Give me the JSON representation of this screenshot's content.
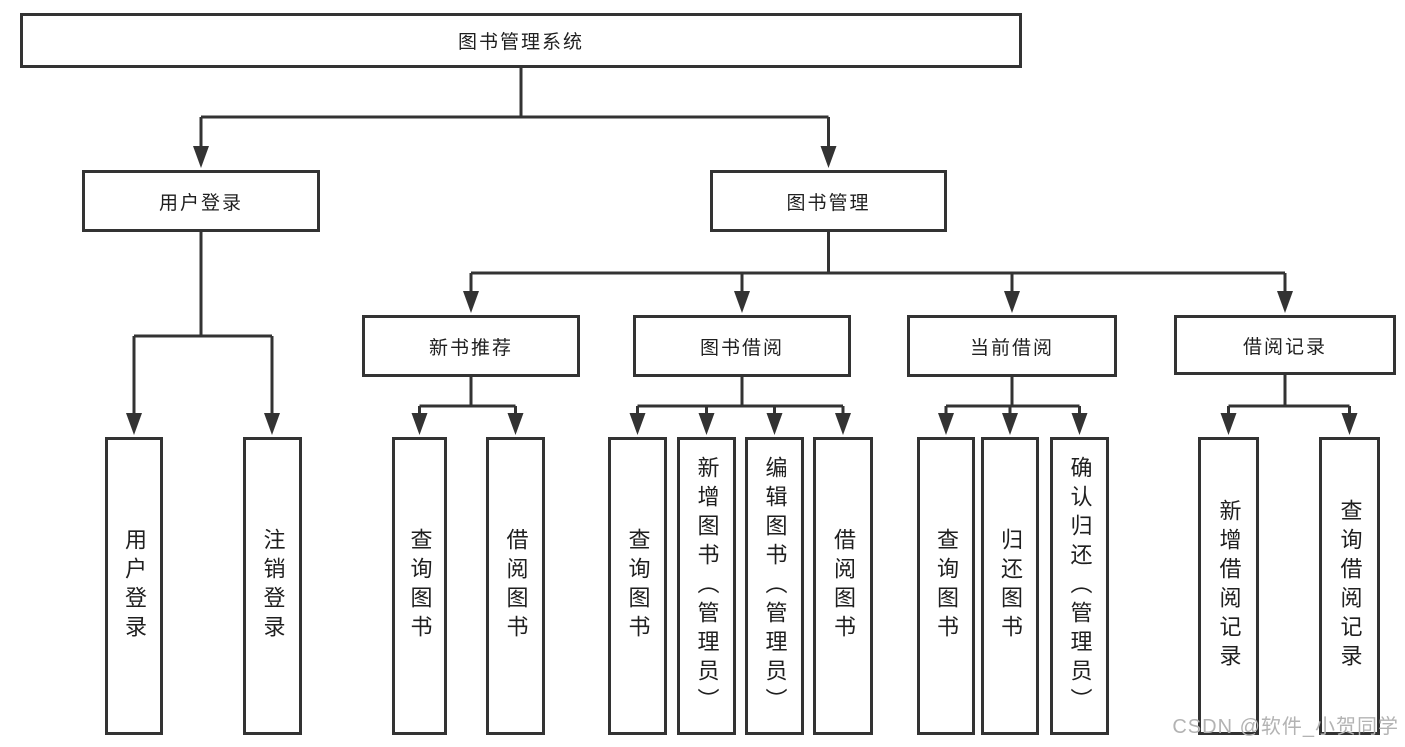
{
  "diagram": {
    "title": "图书管理系统",
    "tree": {
      "root": "图书管理系统",
      "level1": [
        "用户登录",
        "图书管理"
      ],
      "level2": [
        "新书推荐",
        "图书借阅",
        "当前借阅",
        "借阅记录"
      ],
      "groups": [
        {
          "parent": "用户登录",
          "items": [
            "用户登录",
            "注销登录"
          ]
        },
        {
          "parent": "新书推荐",
          "items": [
            "查询图书",
            "借阅图书"
          ]
        },
        {
          "parent": "图书借阅",
          "items": [
            "查询图书",
            "新增图书（管理员）",
            "编辑图书（管理员）",
            "借阅图书"
          ]
        },
        {
          "parent": "当前借阅",
          "items": [
            "查询图书",
            "归还图书",
            "确认归还（管理员）"
          ]
        },
        {
          "parent": "借阅记录",
          "items": [
            "新增借阅记录",
            "查询借阅记录"
          ]
        }
      ]
    },
    "colors": {
      "line": "#333333",
      "box_border": "#333333",
      "background": "#ffffff",
      "text": "#1f1f1f",
      "watermark": "#b3b3b3"
    }
  },
  "watermark": "CSDN @软件_小贺同学"
}
